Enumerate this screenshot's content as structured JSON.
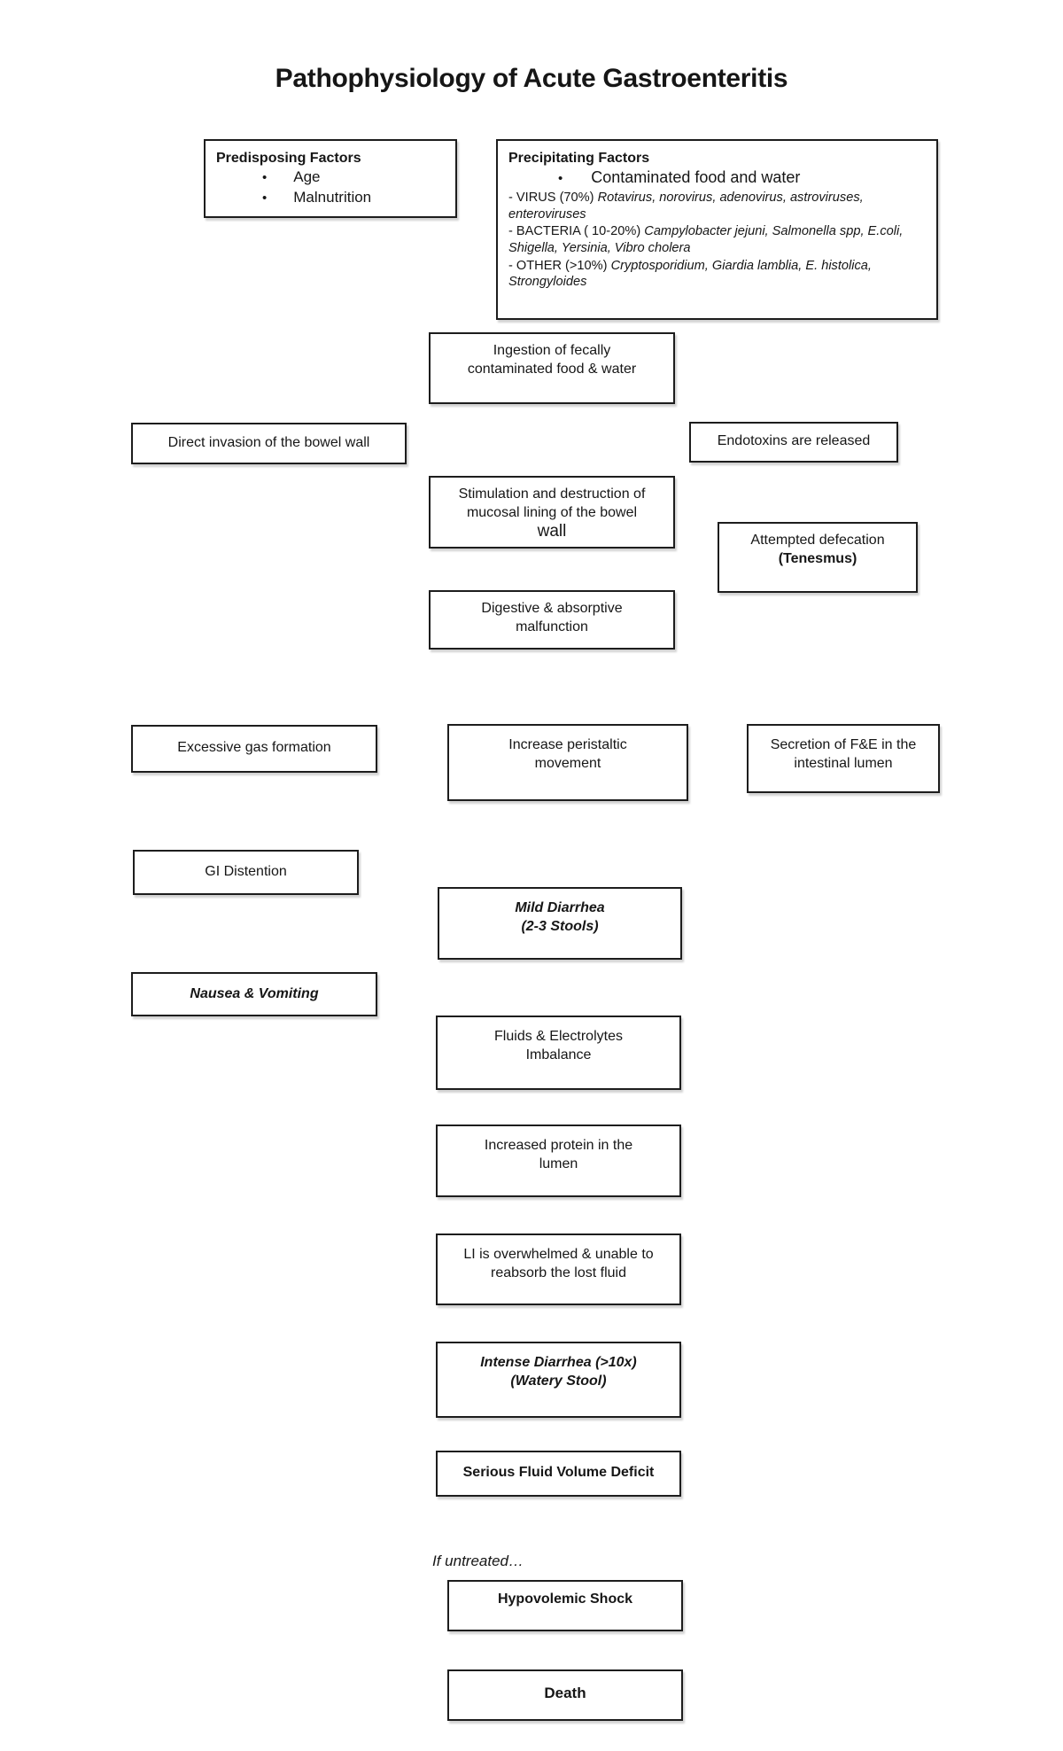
{
  "title": "Pathophysiology of Acute Gastroenteritis",
  "predisposing": {
    "heading": "Predisposing Factors",
    "bullet_char": "•",
    "items": [
      "Age",
      "Malnutrition"
    ]
  },
  "precipitating": {
    "heading": "Precipitating Factors",
    "bullet_char": "•",
    "bullet": "Contaminated food and water",
    "virus_prefix": "- VIRUS (70%) ",
    "virus_species": "Rotavirus, norovirus, adenovirus, astroviruses, enteroviruses",
    "bacteria_prefix": "- BACTERIA ( 10-20%) ",
    "bacteria_species": "Campylobacter jejuni, Salmonella spp, E.coli, Shigella, Yersinia, Vibro cholera",
    "other_prefix": "- OTHER (>10%) ",
    "other_species": "Cryptosporidium, Giardia lamblia, E. histolica, Strongyloides"
  },
  "flow": {
    "ingestion": "Ingestion of fecally\ncontaminated food & water",
    "direct_invasion": "Direct invasion of the bowel wall",
    "endotoxins": "Endotoxins are released",
    "stimulation_lines": "Stimulation and destruction of\nmucosal lining of the bowel",
    "stimulation_wall": "wall",
    "tenesmus_line1": "Attempted defecation",
    "tenesmus_line2": "(Tenesmus)",
    "digestive": "Digestive & absorptive\nmalfunction",
    "excessive_gas": "Excessive gas formation",
    "peristaltic": "Increase peristaltic\nmovement",
    "secretion": "Secretion of F&E in the\nintestinal lumen",
    "gi_distention": "GI Distention",
    "mild_diarrhea": "Mild Diarrhea\n(2-3 Stools)",
    "nausea": "Nausea & Vomiting",
    "fluids": "Fluids & Electrolytes\nImbalance",
    "protein": "Increased protein in the\nlumen",
    "li_overwhelmed": "LI is overwhelmed & unable to\nreabsorb the lost fluid",
    "intense_diarrhea": "Intense Diarrhea (>10x)\n(Watery Stool)",
    "serious_deficit": "Serious Fluid Volume Deficit",
    "if_untreated": "If untreated…",
    "hypovolemic": "Hypovolemic Shock",
    "death": "Death"
  }
}
